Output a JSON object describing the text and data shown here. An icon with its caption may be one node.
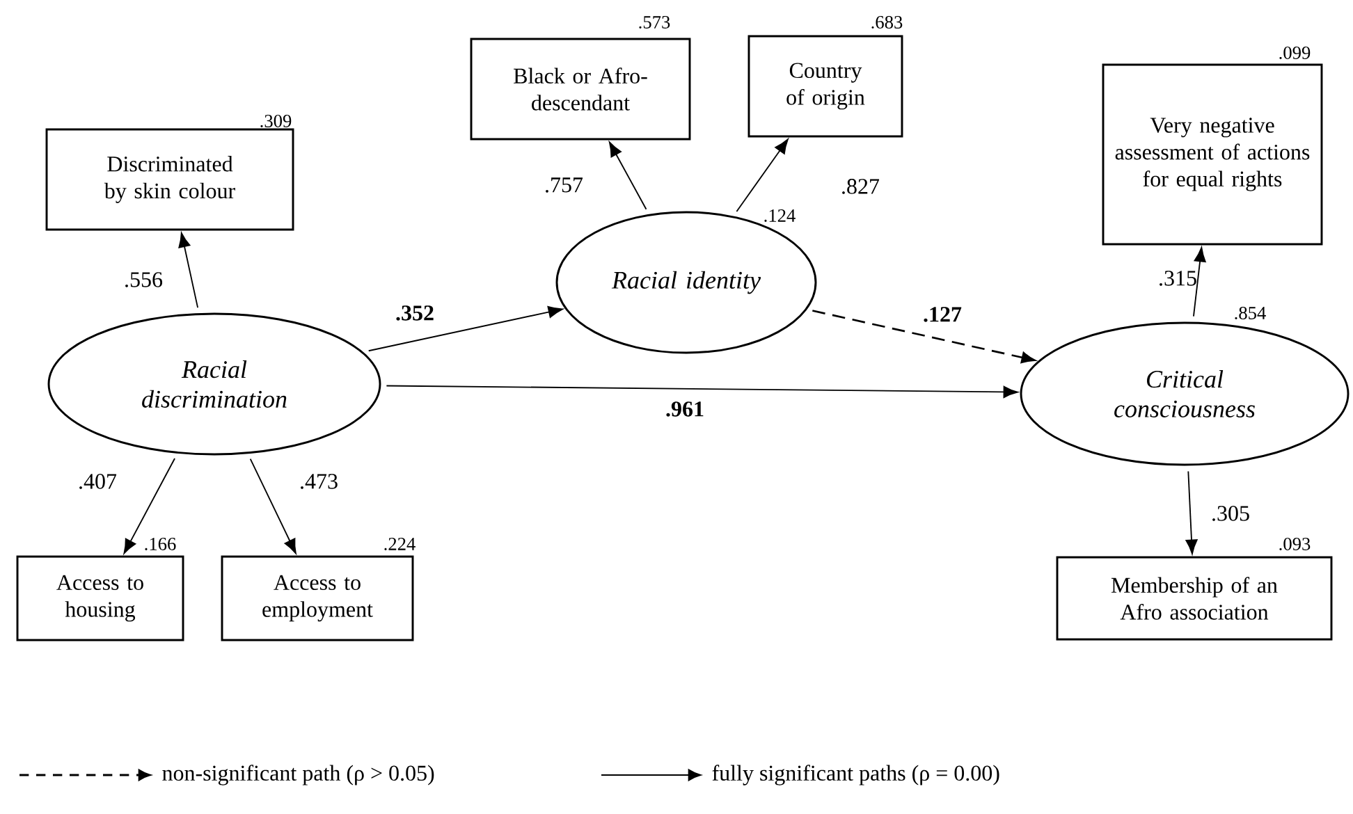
{
  "diagram": {
    "nodes": [
      {
        "text": [
          "Discriminated by skin colour"
        ],
        "beside": [
          ".309"
        ]
      },
      {
        "text": [
          "Racial discrimination"
        ]
      },
      {
        "text": [
          "Access to housing"
        ],
        "beside": [
          ".166"
        ]
      },
      {
        "text": [
          "Access to employment"
        ],
        "beside": [
          ".224"
        ]
      },
      {
        "text": [
          "Black or Afro-descendant"
        ],
        "beside": [
          ".573"
        ]
      },
      {
        "text": [
          "Country of origin"
        ],
        "beside": [
          ".683"
        ]
      },
      {
        "text": [
          "Racial identity"
        ],
        "beside": [
          ".124"
        ]
      },
      {
        "text": [
          "Very negative assessment of actions for equal rights"
        ],
        "beside": [
          ".099"
        ]
      },
      {
        "text": [
          "Critical consciousness"
        ],
        "beside": [
          ".854"
        ]
      },
      {
        "text": [
          "Membership of an Afro association"
        ],
        "beside": [
          ".093"
        ]
      }
    ],
    "edges": [
      {
        "from": 1,
        "to": 0,
        "arrow": "to",
        "label": ".556"
      },
      {
        "from": 1,
        "to": 2,
        "arrow": "to",
        "label": ".407"
      },
      {
        "from": 1,
        "to": 3,
        "arrow": "to",
        "label": ".473"
      },
      {
        "from": 1,
        "to": 6,
        "arrow": "to",
        "label": ".352"
      },
      {
        "from": 1,
        "to": 8,
        "arrow": "to",
        "label": ".961"
      },
      {
        "from": 6,
        "to": 4,
        "arrow": "to",
        "label": ".757"
      },
      {
        "from": 6,
        "to": 5,
        "arrow": "to",
        "label": ".827"
      },
      {
        "from": 6,
        "to": 8,
        "arrow": "to",
        "label": ".127",
        "style": "dashed"
      },
      {
        "from": 8,
        "to": 7,
        "arrow": "to",
        "label": ".315"
      },
      {
        "from": 8,
        "to": 9,
        "arrow": "to",
        "label": ".305"
      }
    ],
    "legend": [
      {
        "text": "non-significant path (ρ > 0.05)"
      },
      {
        "text": "fully significant paths (ρ = 0.00)"
      }
    ]
  }
}
